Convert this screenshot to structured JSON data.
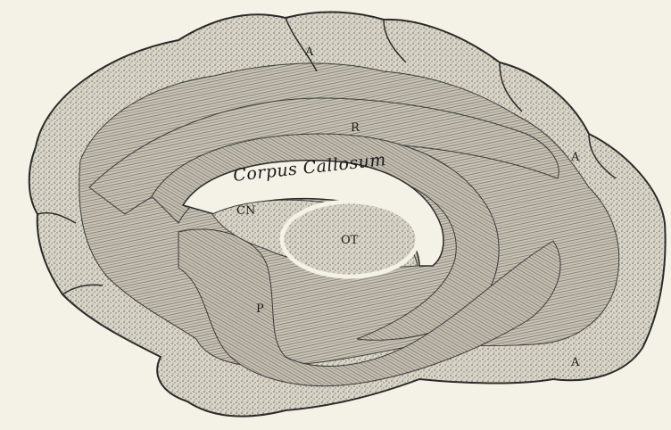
{
  "labels": {
    "corpus_callosum": "Corpus Callosum",
    "cn": "CN",
    "ot": "OT",
    "r": "R",
    "a_top": "A",
    "a_right_upper": "A",
    "a_right_lower": "A",
    "p": "P"
  },
  "colors": {
    "paper": "#f4f1e6",
    "cortex": "#d7d3c6",
    "white_matter": "#bdb8aa",
    "ink": "#1a1a1a"
  }
}
